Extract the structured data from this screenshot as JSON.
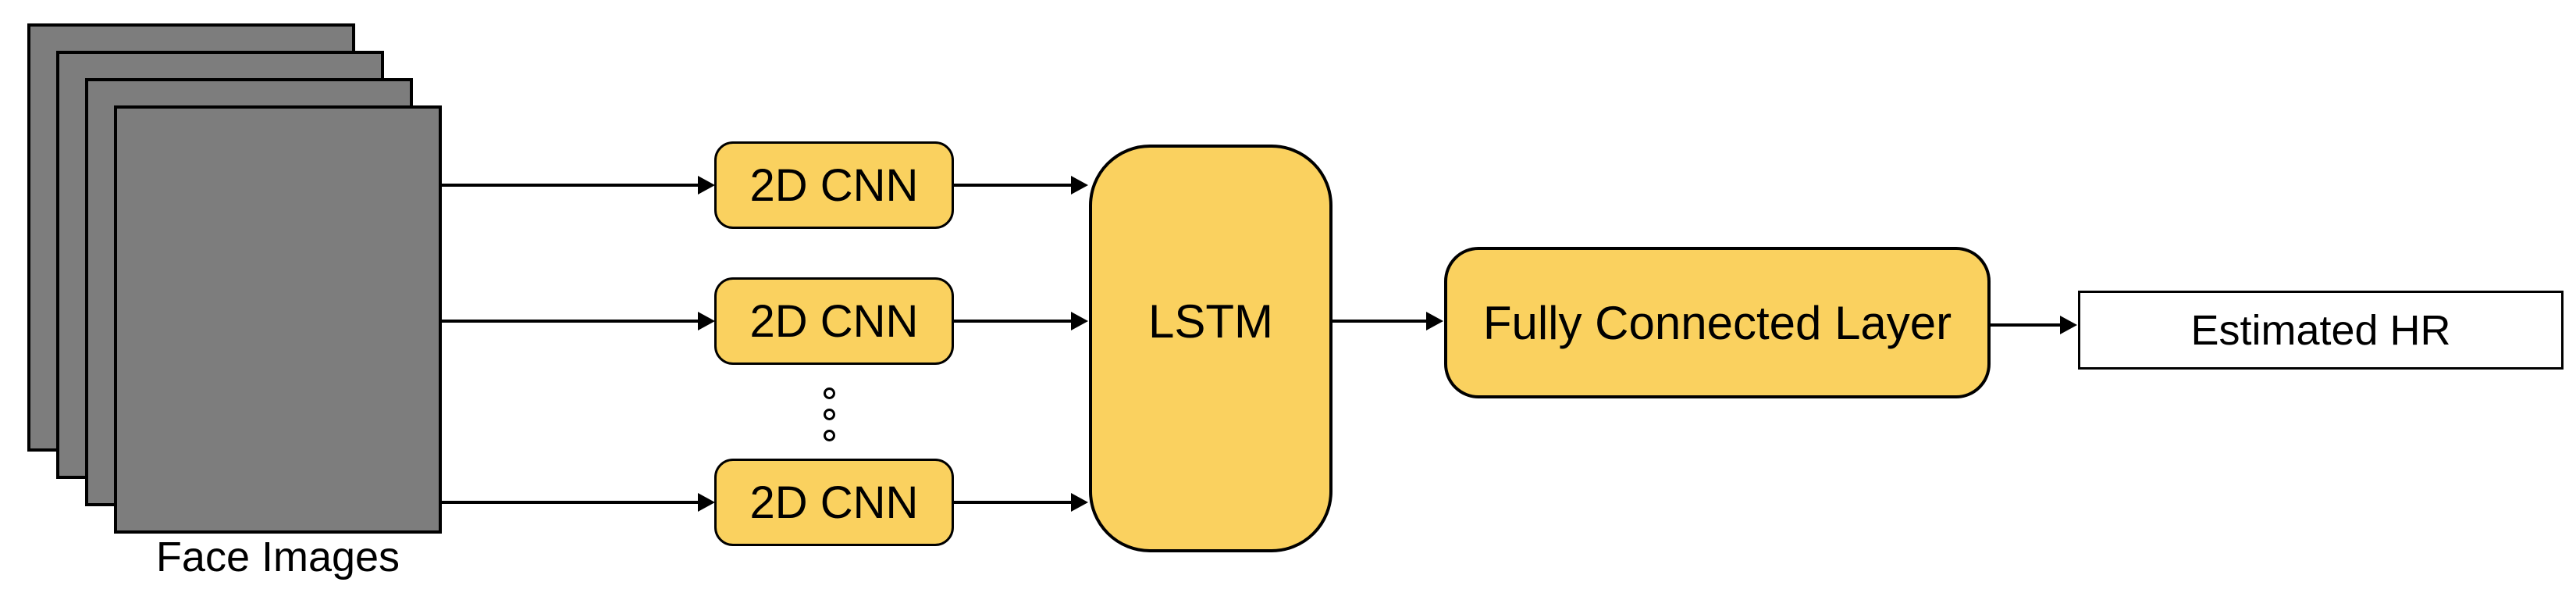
{
  "diagram": {
    "background": "#ffffff",
    "face_stack": {
      "label": "Face Images",
      "layer_count": 4,
      "fill": "#7d7d7d",
      "border_color": "#000000"
    },
    "cnn_boxes": [
      {
        "label": "2D CNN"
      },
      {
        "label": "2D CNN"
      },
      {
        "label": "2D CNN"
      }
    ],
    "ellipsis_dot_count": 3,
    "lstm": {
      "label": "LSTM"
    },
    "fully_connected": {
      "label": "Fully Connected Layer"
    },
    "output": {
      "label": "Estimated HR",
      "fill": "#ffffff"
    },
    "node_fill": "#fad15f",
    "node_border": "#000000",
    "arrow_color": "#000000"
  }
}
